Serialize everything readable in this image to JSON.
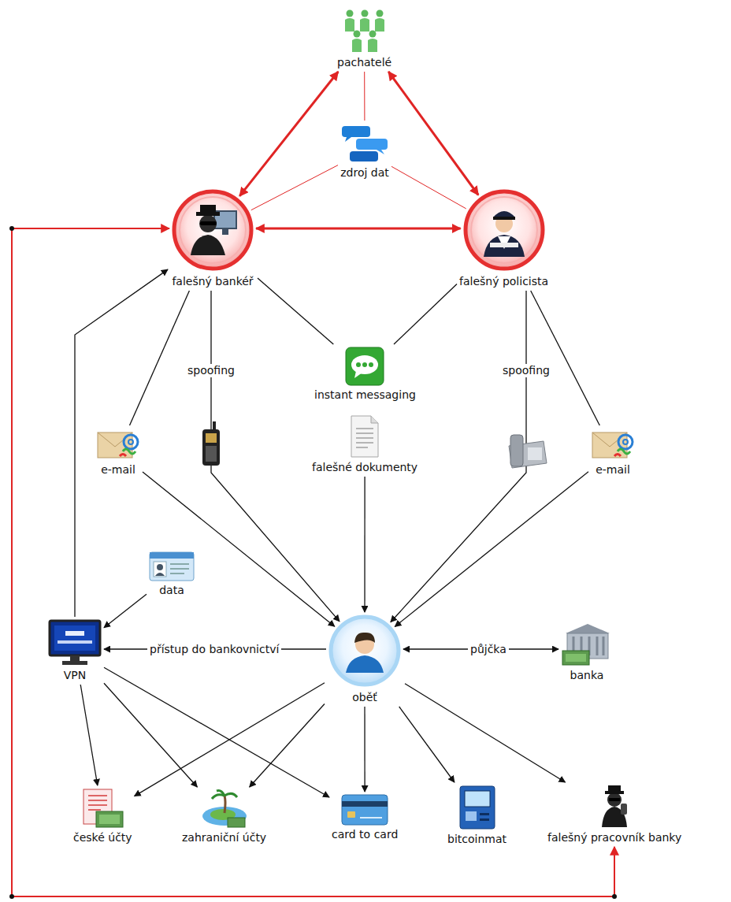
{
  "diagram": {
    "nodes": [
      {
        "text": [
          "pachatelé"
        ]
      },
      {
        "text": [
          "zdroj dat"
        ]
      },
      {
        "text": [
          "falešný bankéř"
        ]
      },
      {
        "text": [
          "falešný policista"
        ]
      },
      {
        "text": [
          "instant messaging"
        ]
      },
      {
        "text": [
          "falešné dokumenty"
        ]
      },
      {
        "text": [
          "e-mail"
        ]
      },
      {
        "text": [
          "e-mail"
        ]
      },
      {
        "text": [
          "data"
        ]
      },
      {
        "text": [
          "VPN"
        ]
      },
      {
        "text": [
          "oběť"
        ]
      },
      {
        "text": [
          "banka"
        ]
      },
      {
        "text": [
          "české účty"
        ]
      },
      {
        "text": [
          "zahraniční účty"
        ]
      },
      {
        "text": [
          "card to card"
        ]
      },
      {
        "text": [
          "bitcoinmat"
        ]
      },
      {
        "text": [
          "falešný pracovník banky"
        ]
      }
    ],
    "edges": [
      {
        "from": 0,
        "to": 2,
        "arrow": "both"
      },
      {
        "from": 0,
        "to": 3,
        "arrow": "both"
      },
      {
        "from": 0,
        "to": 1,
        "arrow": "none"
      },
      {
        "from": 1,
        "to": 2,
        "arrow": "none"
      },
      {
        "from": 1,
        "to": 3,
        "arrow": "none"
      },
      {
        "from": 2,
        "to": 3,
        "arrow": "both"
      },
      {
        "from": 2,
        "to": 6,
        "arrow": "none"
      },
      {
        "from": 2,
        "to": 10,
        "label": "spoofing",
        "arrow": "to"
      },
      {
        "from": 2,
        "to": 4,
        "arrow": "none"
      },
      {
        "from": 3,
        "to": 4,
        "arrow": "none"
      },
      {
        "from": 3,
        "to": 10,
        "label": "spoofing",
        "arrow": "to"
      },
      {
        "from": 3,
        "to": 7,
        "arrow": "none"
      },
      {
        "from": 6,
        "to": 10,
        "arrow": "to"
      },
      {
        "from": 5,
        "to": 10,
        "arrow": "to"
      },
      {
        "from": 7,
        "to": 10,
        "arrow": "to"
      },
      {
        "from": 8,
        "to": 9,
        "arrow": "to"
      },
      {
        "from": 10,
        "to": 9,
        "label": "přístup do bankovnictví",
        "arrow": "to"
      },
      {
        "from": 10,
        "to": 11,
        "label": "půjčka",
        "arrow": "both"
      },
      {
        "from": 9,
        "to": 2,
        "arrow": "to"
      },
      {
        "from": 9,
        "to": 12,
        "arrow": "to"
      },
      {
        "from": 9,
        "to": 13,
        "arrow": "to"
      },
      {
        "from": 9,
        "to": 14,
        "arrow": "to"
      },
      {
        "from": 10,
        "to": 12,
        "arrow": "to"
      },
      {
        "from": 10,
        "to": 13,
        "arrow": "to"
      },
      {
        "from": 10,
        "to": 14,
        "arrow": "to"
      },
      {
        "from": 10,
        "to": 15,
        "arrow": "to"
      },
      {
        "from": 10,
        "to": 16,
        "arrow": "to"
      },
      {
        "from": 2,
        "to": 16,
        "arrow": "both"
      }
    ]
  }
}
